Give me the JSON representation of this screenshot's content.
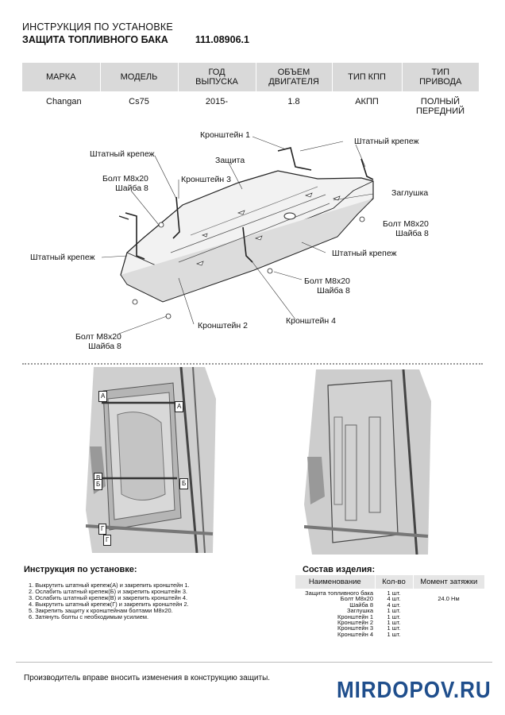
{
  "header": {
    "line1": "ИНСТРУКЦИЯ ПО УСТАНОВКЕ",
    "product": "ЗАЩИТА ТОПЛИВНОГО БАКА",
    "part_number": "111.08906.1"
  },
  "spec_table": {
    "headers": [
      "МАРКА",
      "МОДЕЛЬ",
      "ГОД\nВЫПУСКА",
      "ОБЪЕМ\nДВИГАТЕЛЯ",
      "ТИП КПП",
      "ТИП\nПРИВОДА"
    ],
    "row": [
      "Changan",
      "Cs75",
      "2015-",
      "1.8",
      "АКПП",
      "ПОЛНЫЙ\nПЕРЕДНИЙ"
    ]
  },
  "diagram_labels": {
    "bracket1": "Кронштейн 1",
    "std_fastener_top": "Штатный крепеж",
    "std_fastener_left_top": "Штатный крепеж",
    "protection": "Защита",
    "bolt_left_top": "Болт М8х20\nШайба 8",
    "bracket3": "Кронштейн 3",
    "plug": "Заглушка",
    "bolt_right": "Болт М8х20\nШайба 8",
    "std_fastener_left": "Штатный крепеж",
    "std_fastener_mid": "Штатный крепеж",
    "bolt_mid": "Болт М8х20\nШайба 8",
    "bracket4": "Кронштейн 4",
    "bracket2": "Кронштейн 2",
    "bolt_bottom": "Болт М8х20\nШайба 8"
  },
  "photo_markers": [
    "А",
    "А",
    "В",
    "Б",
    "Б",
    "Г",
    "Г"
  ],
  "instructions": {
    "title": "Инструкция по установке:",
    "steps": [
      "1. Выкрутить штатный крепеж(А) и закрепить кронштейн 1.",
      "2. Ослабить штатный крепеж(Б) и закрепить кронштейн 3.",
      "3. Ослабить штатный крепеж(В) и закрепить кронштейн 4.",
      "4. Выкрутить штатный крепеж(Г) и закрепить кронштейн 2.",
      "5. Закрепить защиту к кронштейнам болтами М8х20.",
      "6. Затянуть болты с необходимым усилием."
    ]
  },
  "components": {
    "title": "Состав изделия:",
    "headers": [
      "Наименование",
      "Кол-во",
      "Момент затяжки"
    ],
    "rows": [
      {
        "name": "Защита топливного бака",
        "qty": "1 шт."
      },
      {
        "name": "Болт М8х20",
        "qty": "4 шт."
      },
      {
        "name": "Шайба 8",
        "qty": "4 шт."
      },
      {
        "name": "Заглушка",
        "qty": "1 шт."
      },
      {
        "name": "Кронштейн 1",
        "qty": "1 шт."
      },
      {
        "name": "Кронштейн 2",
        "qty": "1 шт."
      },
      {
        "name": "Кронштейн 3",
        "qty": "1 шт."
      },
      {
        "name": "Кронштейн 4",
        "qty": "1 шт."
      }
    ],
    "torque": "24.0 Нм"
  },
  "footer": {
    "note": "Производитель вправе вносить изменения в конструкцию защиты.",
    "brand": "MIRDOPOV.RU"
  }
}
